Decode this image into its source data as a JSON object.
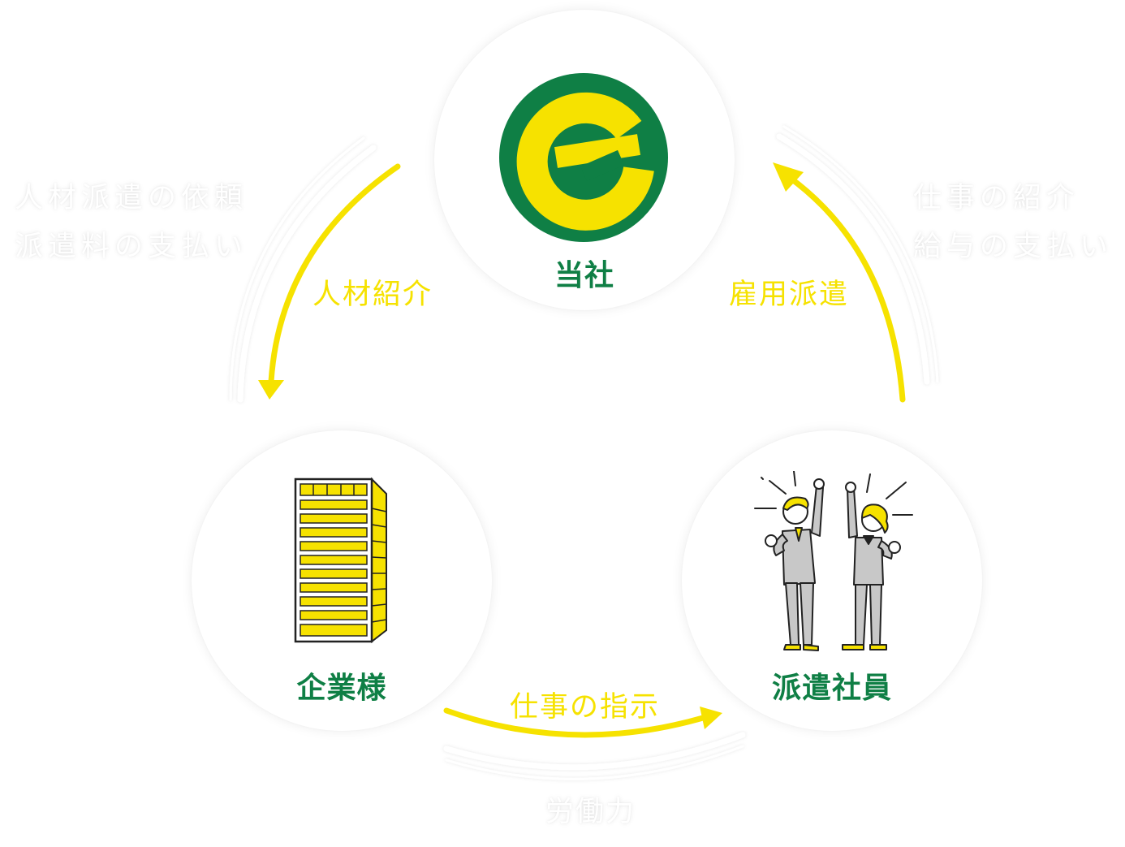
{
  "nodes": {
    "company": {
      "label": "当社",
      "icon": "e-logo-icon"
    },
    "client": {
      "label": "企業様",
      "icon": "office-building-icon"
    },
    "staff": {
      "label": "派遣社員",
      "icon": "cheering-staff-icon"
    }
  },
  "flows": {
    "company_to_client": "人材紹介",
    "staff_to_company": "雇用派遣",
    "client_to_staff": "仕事の指示"
  },
  "return_flows": {
    "client_to_company": [
      "人材派遣の依頼",
      "派遣料の支払い"
    ],
    "company_to_staff": [
      "仕事の紹介",
      "給与の支払い"
    ],
    "staff_to_client": "労働力"
  },
  "colors": {
    "brand_green": "#0f7f45",
    "accent_yellow": "#f6e200",
    "suit_gray": "#c8c8c8",
    "return_text": "#ffffff"
  }
}
